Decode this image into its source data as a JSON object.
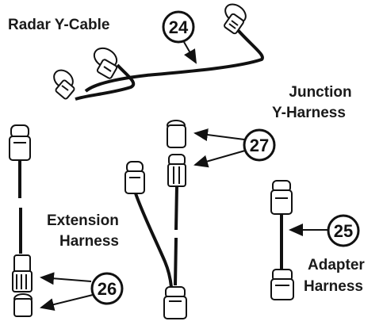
{
  "labels": {
    "radar_y_cable": "Radar Y-Cable",
    "junction_line1": "Junction",
    "junction_line2": "Y-Harness",
    "extension_line1": "Extension",
    "extension_line2": "Harness",
    "adapter_line1": "Adapter",
    "adapter_line2": "Harness"
  },
  "callouts": {
    "c24": "24",
    "c27": "27",
    "c25": "25",
    "c26": "26"
  }
}
